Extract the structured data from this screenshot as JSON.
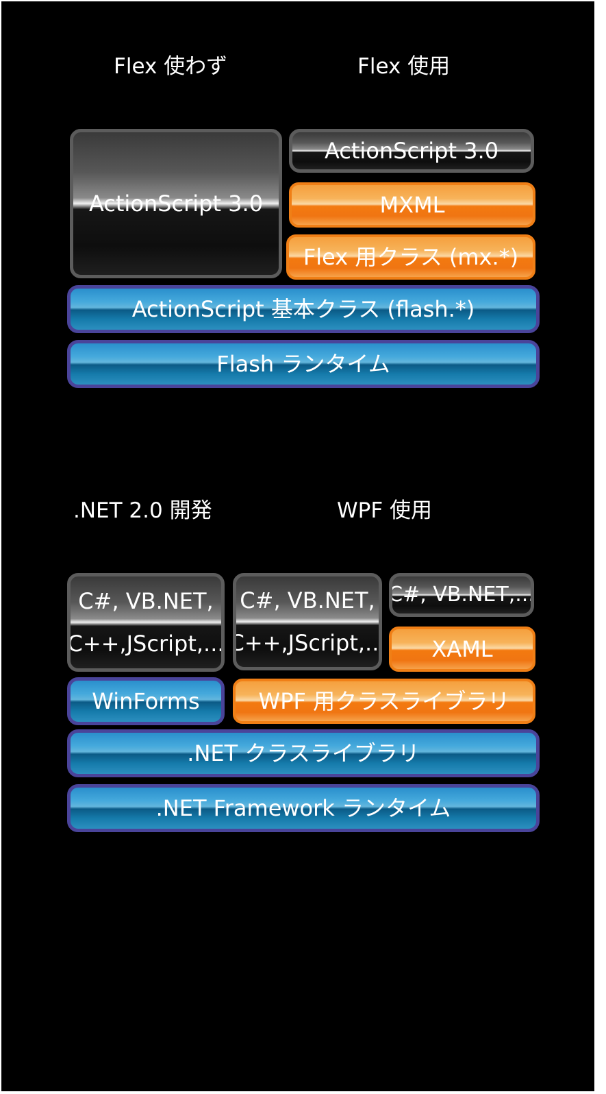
{
  "colors": {
    "background": "#000000",
    "dark_border": "#5c5c5c",
    "orange": "#f07f16",
    "blue": "#2a8fcc",
    "blue_border": "#4a449a"
  },
  "flex_stack": {
    "heading_without": "Flex 使わず",
    "heading_with": "Flex 使用",
    "as3_standalone": "ActionScript 3.0",
    "as3_small": "ActionScript 3.0",
    "mxml": "MXML",
    "flex_classes": "Flex 用クラス (mx.*)",
    "as_base_classes": "ActionScript 基本クラス (flash.*)",
    "flash_runtime": "Flash ランタイム"
  },
  "dotnet_stack": {
    "heading_net2": ".NET 2.0 開発",
    "heading_wpf": "WPF 使用",
    "lang_net2": [
      "C#, VB.NET,",
      "C++,JScript,..."
    ],
    "lang_wpf": [
      "C#, VB.NET,",
      "C++,JScript,..."
    ],
    "lang_small": "C#, VB.NET,...",
    "xaml": "XAML",
    "winforms": "WinForms",
    "wpf_classes": "WPF 用クラスライブラリ",
    "net_class_library": ".NET クラスライブラリ",
    "net_runtime": ".NET Framework ランタイム"
  }
}
